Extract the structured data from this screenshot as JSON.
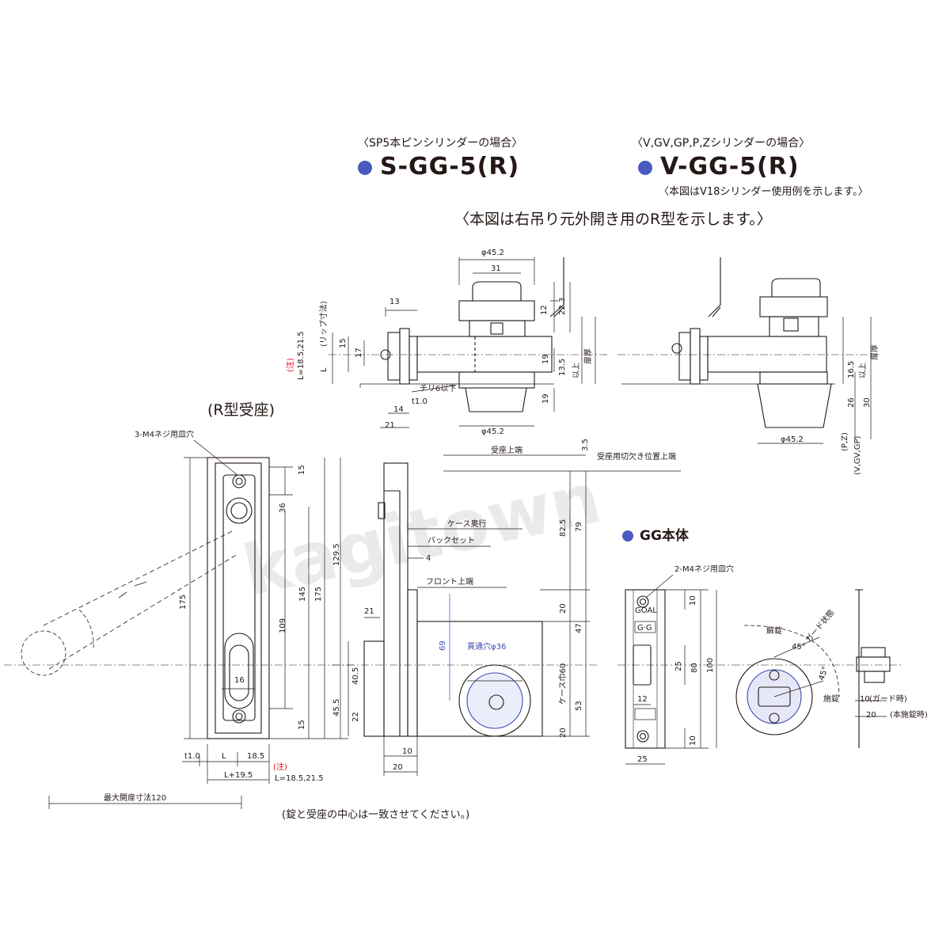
{
  "header": {
    "s_caption": "〈SP5本ピンシリンダーの場合〉",
    "s_model": "S-GG-5(R)",
    "v_caption": "〈V,GV,GP,P,Zシリンダーの場合〉",
    "v_model": "V-GG-5(R)",
    "v_note": "〈本図はV18シリンダー使用例を示します。〉",
    "main_note": "〈本図は右吊り元外開き用のR型を示します。〉"
  },
  "sections": {
    "strike": "(R型受座)",
    "body": "GG本体"
  },
  "footer_note": "(錠と受座の中心は一致させてください。)",
  "watermark": "kagitown",
  "labels": {
    "phi452": "φ45.2",
    "d31": "31",
    "d13": "13",
    "d12": "12",
    "d223": "22.3",
    "d15": "15",
    "d17": "17",
    "d19": "19",
    "d135": "13.5",
    "d165": "16.5",
    "d26": "26",
    "d30": "30",
    "d14": "14",
    "d21": "21",
    "t10": "t1.0",
    "chiri": "チリ6以下",
    "lip": "(リップ寸法)",
    "L": "L",
    "chu": "(注)",
    "Lrange": "L=18.5,21.5",
    "door": "扉厚",
    "ijo": "以上",
    "pz": "(P,Z)",
    "vgvgp": "(V,GV,GP)",
    "m4_3": "3-M4ネジ用皿穴",
    "m4_2": "2-M4ネジ用皿穴",
    "d36": "36",
    "d175": "175",
    "d145": "145",
    "d1295": "129.5",
    "d109": "109",
    "d16": "16",
    "d455": "45.5",
    "d185": "18.5",
    "L195": "L+19.5",
    "max_open": "最大開扉寸法120",
    "uke_top": "受座上端",
    "uke_cut": "受座用切欠き位置上端",
    "d35": "3.5",
    "case_depth": "ケース奥行",
    "backset": "バックセット",
    "d4": "4",
    "front_top": "フロント上端",
    "d825": "82.5",
    "d79": "79",
    "d20": "20",
    "d47": "47",
    "d53": "53",
    "d405": "40.5",
    "d22": "22",
    "d10": "10",
    "d69": "69",
    "through_hole": "貫通穴φ36",
    "case_w": "ケース巾60",
    "d25": "25",
    "d80": "80",
    "d100": "100",
    "d12b": "12",
    "unlock": "解錠",
    "lock": "施錠",
    "deg45a": "45°",
    "deg45b": "45°",
    "guard_state": "ガード状態",
    "guard_time": "(ガード時)",
    "main_lock": "(本施錠時)",
    "goal": "GOAL",
    "gg": "G·G"
  },
  "colors": {
    "ink": "#231815",
    "accent_blue": "#4a5bbf",
    "dim_blue": "#3b4bb0",
    "note_red": "#e60012"
  }
}
